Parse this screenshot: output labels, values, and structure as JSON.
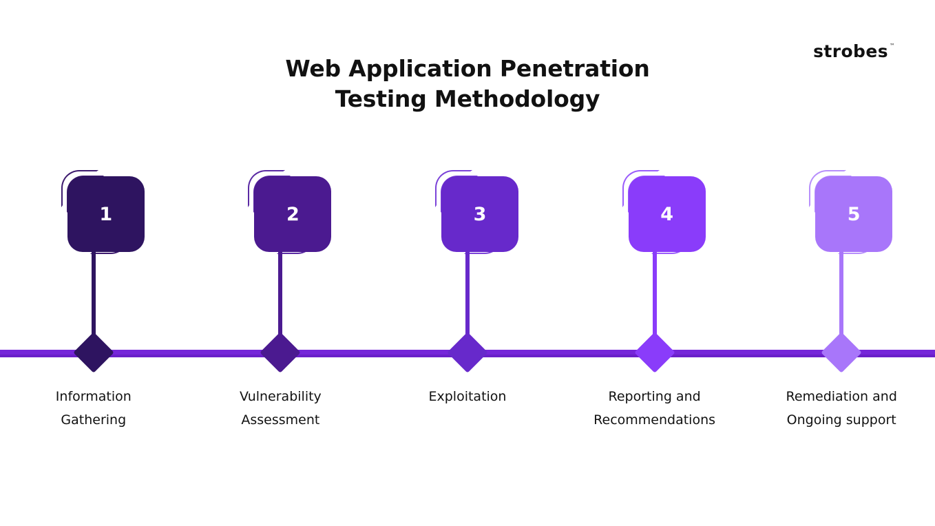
{
  "header": {
    "title_lines": [
      "Web Application Penetration",
      "Testing Methodology"
    ],
    "brand": {
      "wordmark": "strobes",
      "trademark": "™"
    }
  },
  "chart_data": {
    "type": "timeline",
    "title": "Web Application Penetration Testing Methodology",
    "orientation": "horizontal",
    "step_count": 5,
    "rail_color": "#7526D9",
    "categories": [
      "Information Gathering",
      "Vulnerability Assessment",
      "Exploitation",
      "Reporting and Recommendations",
      "Remediation and Ongoing support"
    ],
    "values": [
      1,
      2,
      3,
      4,
      5
    ],
    "steps": [
      {
        "number": "1",
        "label_lines": [
          "Information",
          "Gathering"
        ],
        "label": "Information Gathering",
        "color": "#2E1460",
        "arc_color": "#3d1a6e"
      },
      {
        "number": "2",
        "label_lines": [
          "Vulnerability",
          "Assessment"
        ],
        "label": "Vulnerability Assessment",
        "color": "#4B1A90",
        "arc_color": "#5a2aa3"
      },
      {
        "number": "3",
        "label_lines": [
          "Exploitation",
          ""
        ],
        "label": "Exploitation",
        "color": "#6729CB",
        "arc_color": "#7b43d8"
      },
      {
        "number": "4",
        "label_lines": [
          "Reporting and",
          "Recommendations"
        ],
        "label": "Reporting and Recommendations",
        "color": "#8A3CFA",
        "arc_color": "#9a5cfb"
      },
      {
        "number": "5",
        "label_lines": [
          "Remediation and",
          "Ongoing support"
        ],
        "label": "Remediation and Ongoing support",
        "color": "#A876FA",
        "arc_color": "#b78ffb"
      }
    ]
  }
}
